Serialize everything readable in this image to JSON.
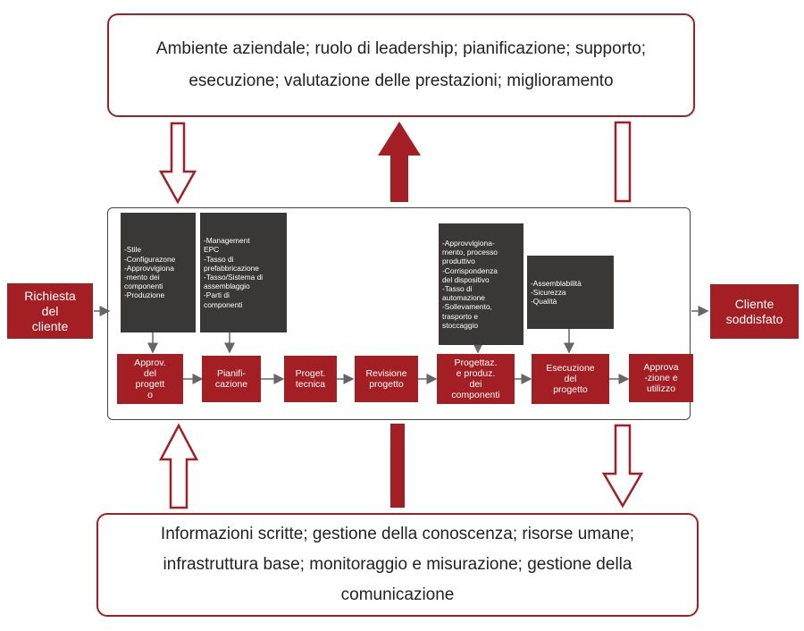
{
  "top_box": {
    "line1": "Ambiente aziendale; ruolo di leadership; pianificazione; supporto;",
    "line2": "esecuzione; valutazione delle prestazioni; miglioramento"
  },
  "bottom_box": {
    "line1": "Informazioni scritte; gestione della conoscenza; risorse umane;",
    "line2": "infrastruttura base; monitoraggio e misurazione; gestione della",
    "line3": "comunicazione"
  },
  "input": "Richiesta\ndel\ncliente",
  "output": "Cliente\nsoddisfato",
  "steps": [
    "Approv.\ndel\nprogett\no",
    "Pianifi-\ncazione",
    "Proget.\ntecnica",
    "Revisione\nprogetto",
    "Progettaz.\ne produz.\ndei\ncomponenti",
    "Esecuzione\ndel\nprogetto",
    "Approva\n-zione e\nutilizzo"
  ],
  "notes": {
    "note1": [
      "-Stile",
      "-Configurazone",
      "-Approvvigiona",
      "-mento dei",
      "componenti",
      "-Produzione"
    ],
    "note2": [
      "-Management",
      "EPC",
      "-Tasso di",
      "prefabbricazione",
      "-Tasso/Sistema di",
      "assemblaggio",
      "-Parti di",
      "componenti"
    ],
    "note3": [
      "-Approvvigiona-",
      "mento, processo",
      "produttivo",
      "-Corrispondenza",
      "del dispositivo",
      "-Tasso di",
      "automazione",
      "-Sollevamento,",
      "trasporto e",
      "stoccaggio"
    ],
    "note4": [
      "-Assemblabilità",
      "-Sicurezza",
      "-Qualità"
    ]
  },
  "colors": {
    "accent": "#a31f24",
    "dark": "#3a3836",
    "frame": "#444444"
  }
}
